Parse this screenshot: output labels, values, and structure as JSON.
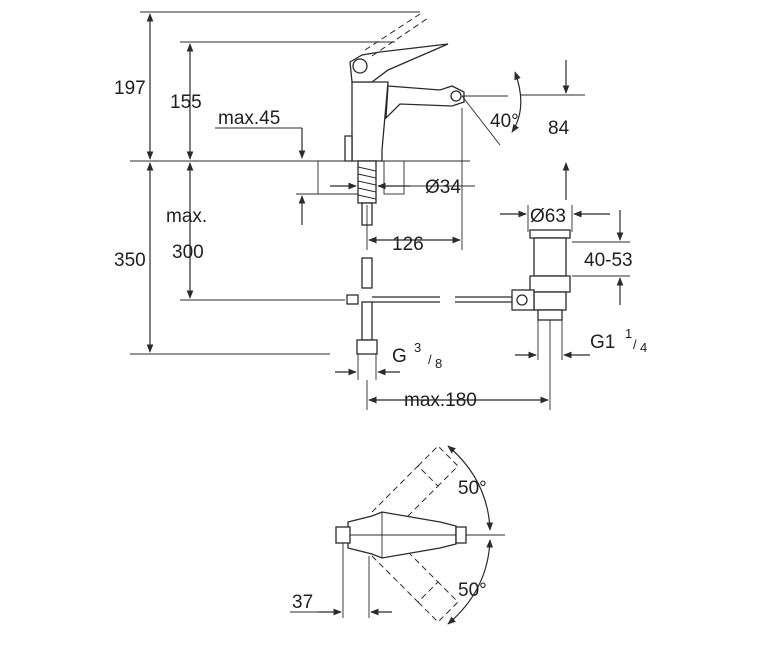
{
  "dimensions": {
    "total_height": "197",
    "spout_height": "155",
    "deck_thickness": "max.45",
    "spout_angle": "40°",
    "spout_rise": "84",
    "hole_diameter": "Ø34",
    "pipe_depth_label_1": "max.",
    "pipe_depth_label_2": "300",
    "total_depth": "350",
    "spout_reach": "126",
    "drain_diameter": "Ø63",
    "drain_range": "40-53",
    "inlet_thread_main": "G",
    "inlet_thread_num": "3",
    "inlet_thread_den": "8",
    "drain_thread_main": "G1",
    "drain_thread_num": "1",
    "drain_thread_den": "4",
    "max_reach": "max.180",
    "rotation_upper": "50°",
    "rotation_lower": "50°",
    "lever_offset": "37"
  }
}
